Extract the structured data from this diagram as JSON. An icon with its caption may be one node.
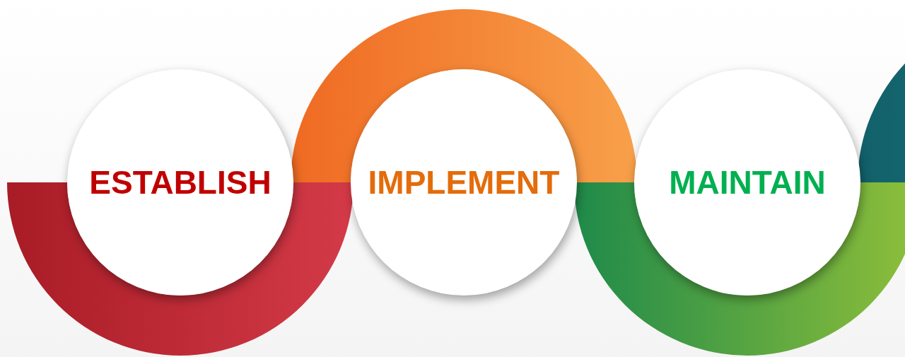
{
  "diagram": {
    "nodes": [
      {
        "text": [
          "ESTABLISH"
        ]
      },
      {
        "text": [
          "IMPLEMENT"
        ]
      },
      {
        "text": [
          "MAINTAIN"
        ]
      }
    ]
  }
}
